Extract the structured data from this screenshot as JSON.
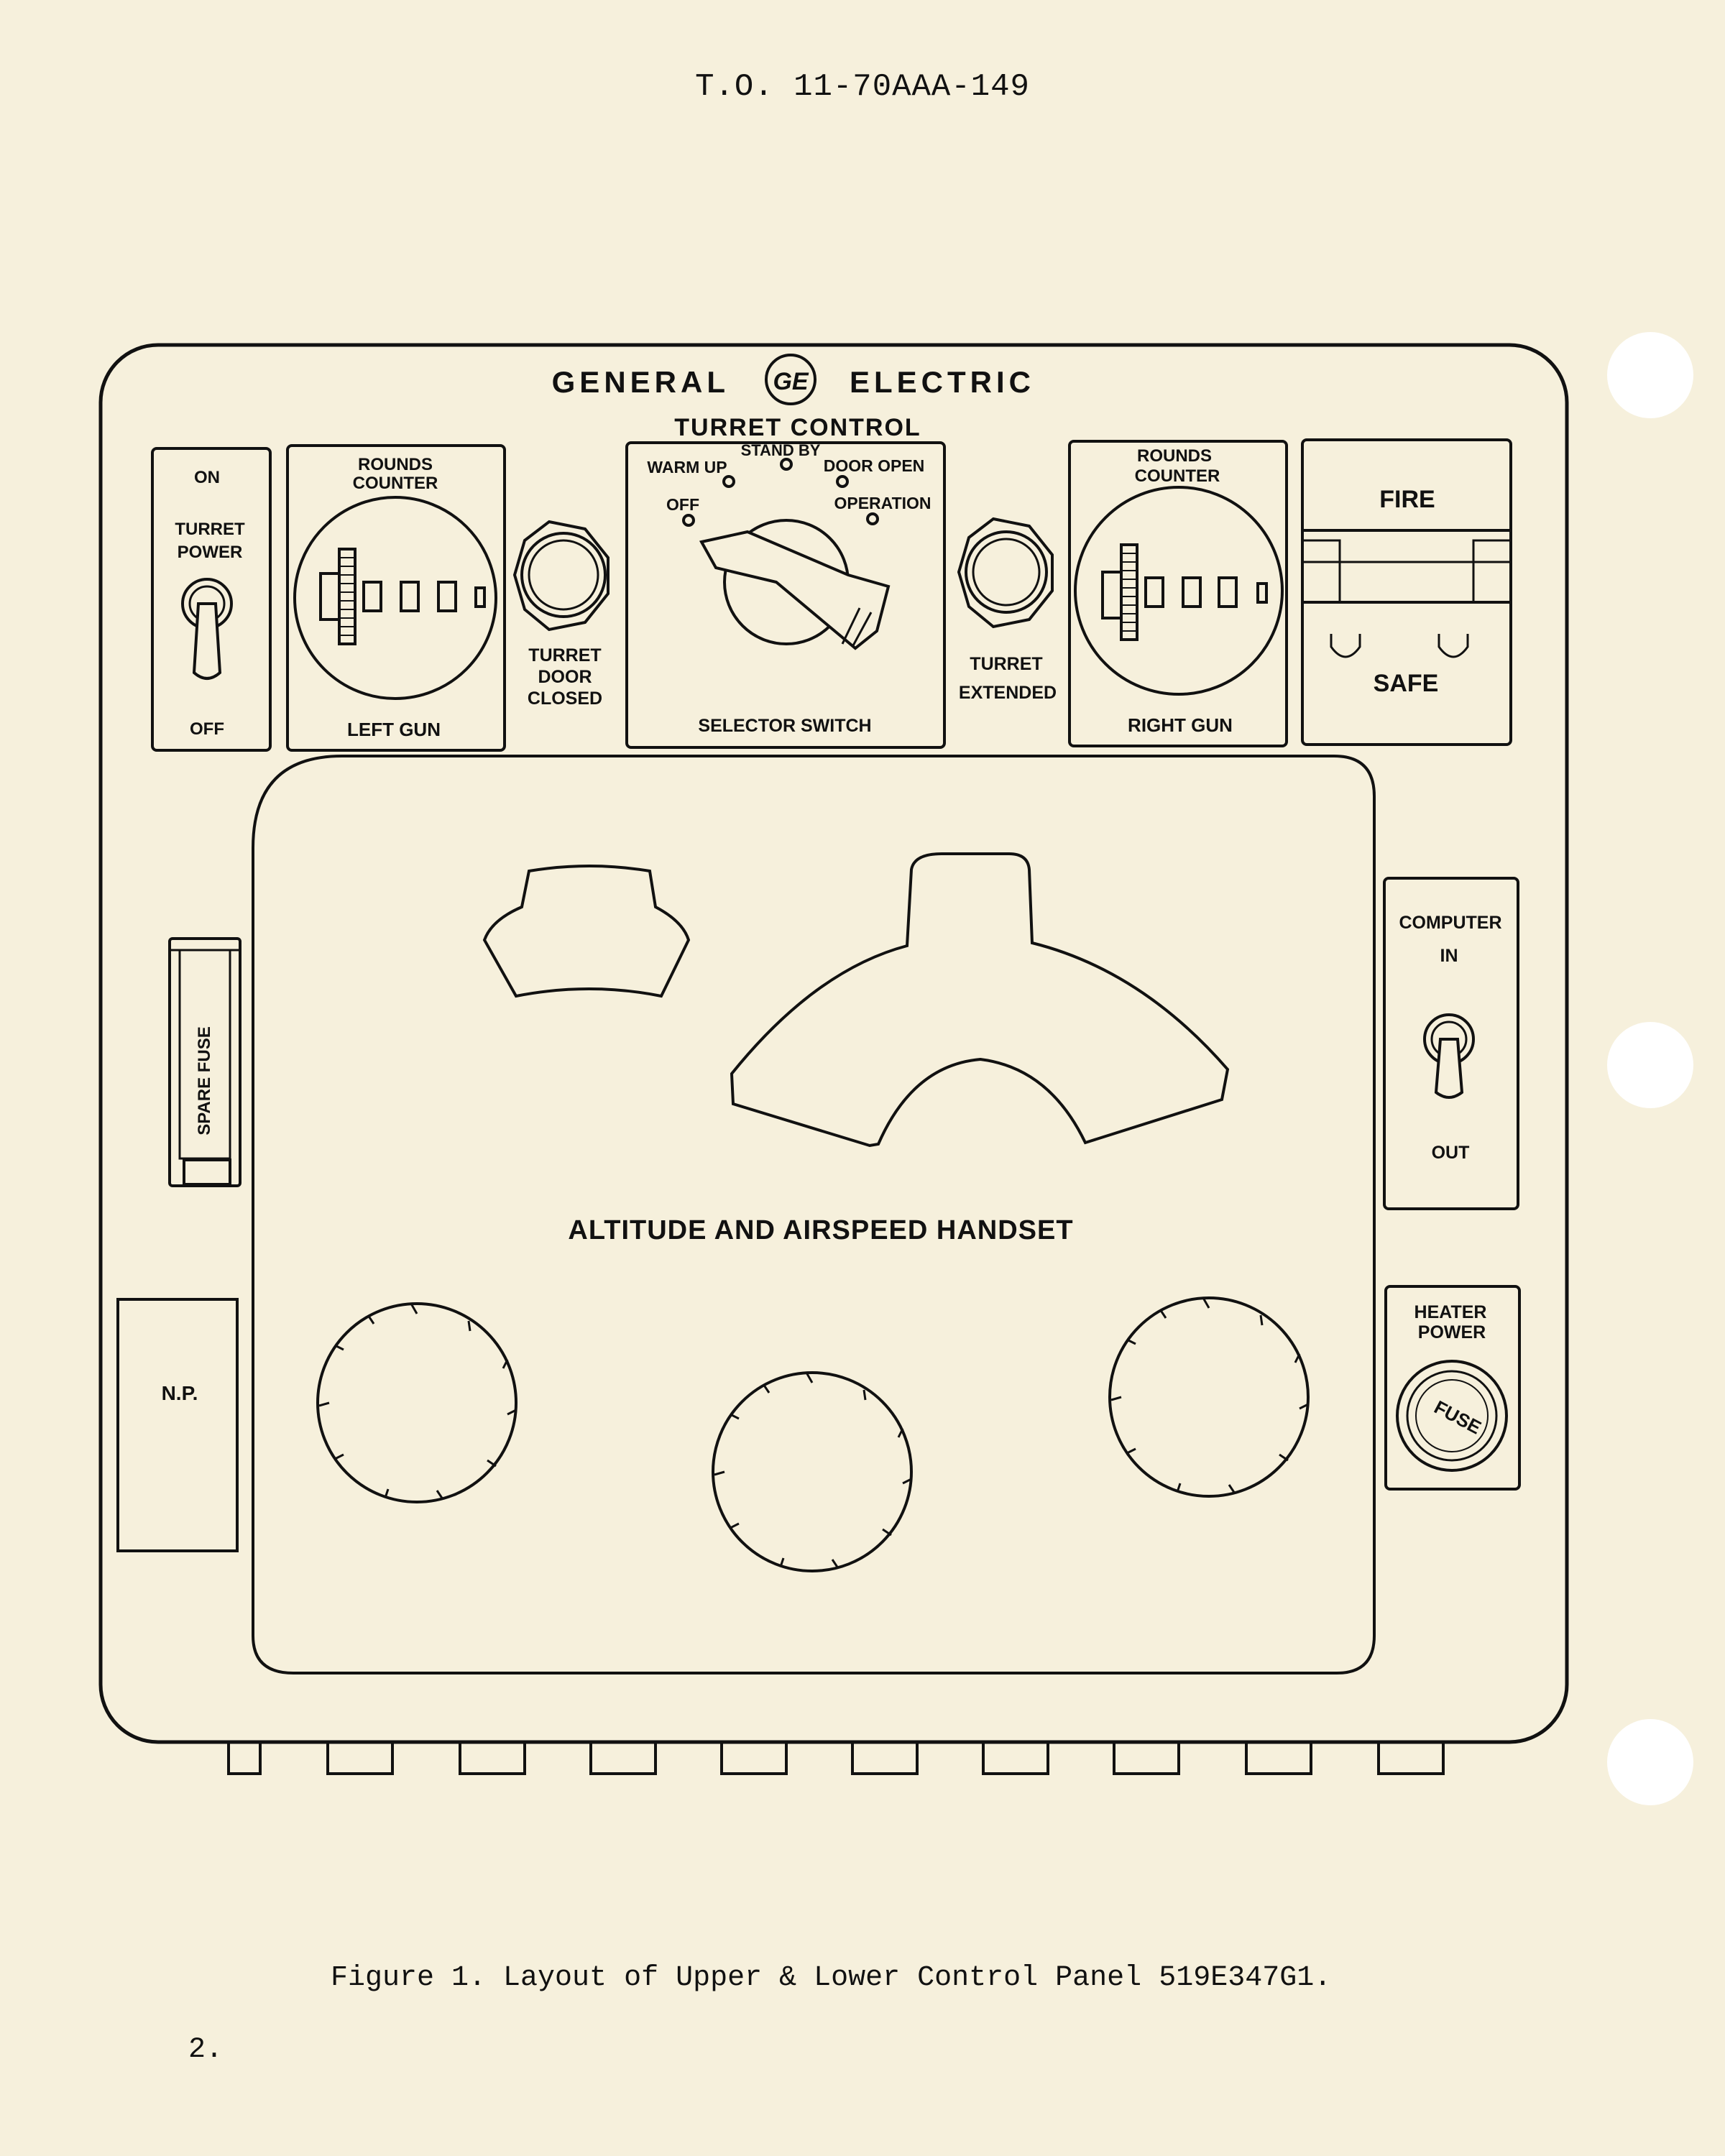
{
  "header": {
    "doc_number": "T.O. 11-70AAA-149"
  },
  "panel": {
    "brand_left": "GENERAL",
    "brand_logo": "GE",
    "brand_right": "ELECTRIC",
    "title": "TURRET CONTROL",
    "turret_power": {
      "top": "ON",
      "label_1": "TURRET",
      "label_2": "POWER",
      "bottom": "OFF"
    },
    "left_counter": {
      "label_1": "ROUNDS",
      "label_2": "COUNTER",
      "bottom": "LEFT GUN"
    },
    "door_light": {
      "label_1": "TURRET",
      "label_2": "DOOR",
      "label_3": "CLOSED"
    },
    "selector": {
      "pos_standby": "STAND BY",
      "pos_warmup": "WARM UP",
      "pos_dooropen": "DOOR OPEN",
      "pos_off": "OFF",
      "pos_operation": "OPERATION",
      "bottom": "SELECTOR SWITCH"
    },
    "extended_light": {
      "label_1": "TURRET",
      "label_2": "EXTENDED"
    },
    "right_counter": {
      "label_1": "ROUNDS",
      "label_2": "COUNTER",
      "bottom": "RIGHT GUN"
    },
    "fire_safe": {
      "top": "FIRE",
      "bottom": "SAFE"
    },
    "spare_fuse": "SPARE FUSE",
    "np": "N.P.",
    "handset": "ALTITUDE AND AIRSPEED HANDSET",
    "computer": {
      "label_1": "COMPUTER",
      "label_2": "IN",
      "bottom": "OUT"
    },
    "heater": {
      "label_1": "HEATER",
      "label_2": "POWER",
      "fuse": "FUSE"
    }
  },
  "caption": "Figure 1.  Layout of Upper & Lower Control Panel 519E347G1.",
  "page_number": "2."
}
